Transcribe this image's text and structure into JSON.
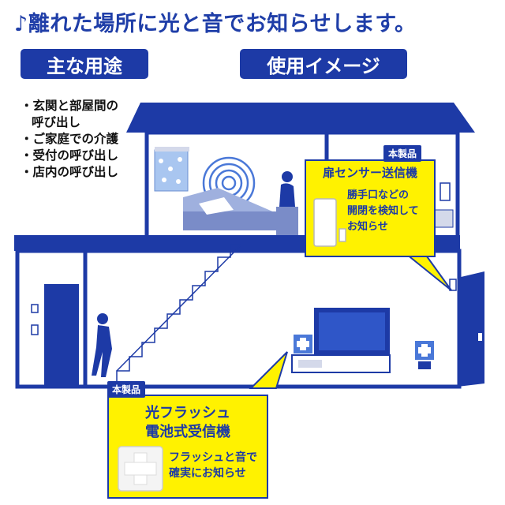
{
  "headline": "♪離れた場所に光と音でお知らせします。",
  "section_main_use": "主な用途",
  "section_usage_image": "使用イメージ",
  "uses": [
    {
      "line1": "・玄関と部屋間の",
      "line2": "呼び出し"
    },
    {
      "line1": "・ご家庭での介護",
      "line2": ""
    },
    {
      "line1": "・受付の呼び出し",
      "line2": ""
    },
    {
      "line1": "・店内の呼び出し",
      "line2": ""
    }
  ],
  "callout_sensor": {
    "badge": "本製品",
    "title": "扉センサー送信機",
    "desc_line1": "勝手口などの",
    "desc_line2": "開閉を検知して",
    "desc_line3": "お知らせ"
  },
  "callout_receiver": {
    "badge": "本製品",
    "title_line1": "光フラッシュ",
    "title_line2": "電池式受信機",
    "desc_line1": "フラッシュと音で",
    "desc_line2": "確実にお知らせ"
  },
  "colors": {
    "brand_blue": "#1d3aa6",
    "light_blue": "#a9c6f0",
    "highlight_yellow": "#fff200"
  }
}
